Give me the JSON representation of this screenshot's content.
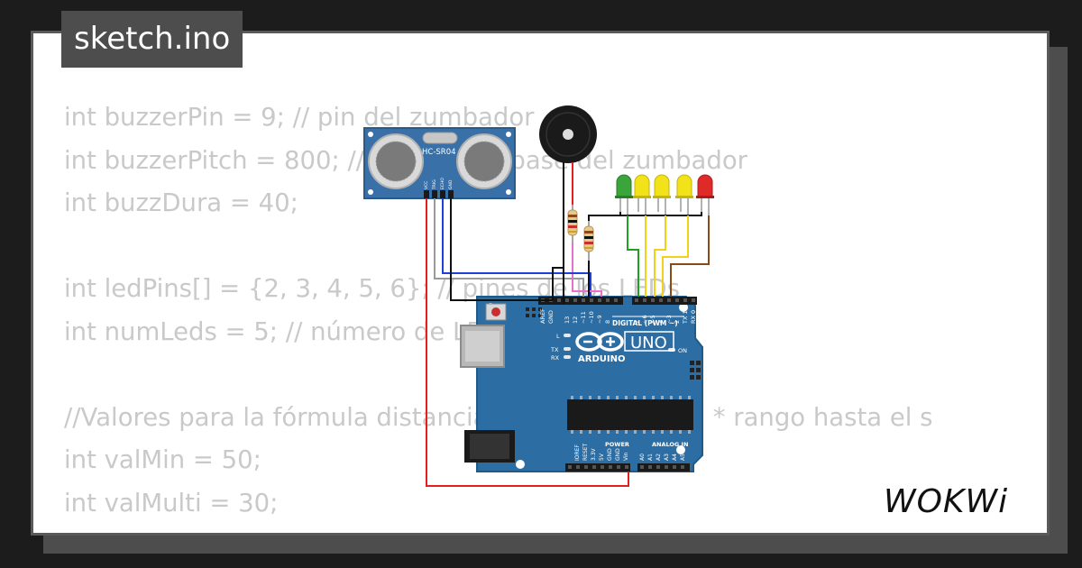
{
  "title": "sketch.ino",
  "code_lines": [
    "int buzzerPin = 9; // pin del zumbador",
    "int buzzerPitch = 800; // frecuencia base del zumbador",
    "int buzzDura = 40;",
    "",
    "int ledPins[] = {2, 3, 4, 5, 6}; // pines de los LEDs",
    "int numLeds = 5; // número de LEDs",
    "",
    "//Valores para la fórmula distancia = número de led * rango hasta el s",
    "int valMin = 50;",
    "int valMulti = 30;"
  ],
  "circuit": {
    "sensor_label": "HC-SR04",
    "sensor_pins": [
      "VCC",
      "TRIG",
      "ECHO",
      "GND"
    ],
    "board_model": "UNO",
    "board_brand": "ARDUINO",
    "digital_label": "DIGITAL (PWM ~)",
    "analog_label": "ANALOG IN",
    "power_label": "POWER",
    "on_label": "ON",
    "led_labels": {
      "l": "L",
      "tx": "TX",
      "rx": "RX"
    },
    "top_header_pins": [
      "AREF",
      "GND",
      "13",
      "12",
      "~11",
      "~10",
      "~9",
      "8",
      "7",
      "~6",
      "~5",
      "4",
      "~3",
      "2",
      "TX 1",
      "RX 0"
    ],
    "power_pins": [
      "IOREF",
      "RESET",
      "3.3V",
      "5V",
      "GND",
      "GND",
      "Vin"
    ],
    "analog_pins": [
      "A0",
      "A1",
      "A2",
      "A3",
      "A4",
      "A5"
    ]
  },
  "logo_text": "WOKWi",
  "colors": {
    "background": "#1c1c1c",
    "card": "#ffffff",
    "title_tab": "#4d4d4d",
    "code_text": "#c9c9c9",
    "arduino_board": "#2c6ea3",
    "sensor_board": "#3a70a8",
    "led_green": "#3aa53a",
    "led_yellow": "#f2e21a",
    "led_red": "#e02a2a",
    "wire_red": "#e41f1f",
    "wire_black": "#111111",
    "wire_blue": "#2040d8",
    "wire_gray": "#9a9a9a",
    "wire_yellow": "#f0d21a",
    "wire_green": "#20a020",
    "wire_brown": "#8b4a14",
    "wire_pink": "#e870c8"
  }
}
